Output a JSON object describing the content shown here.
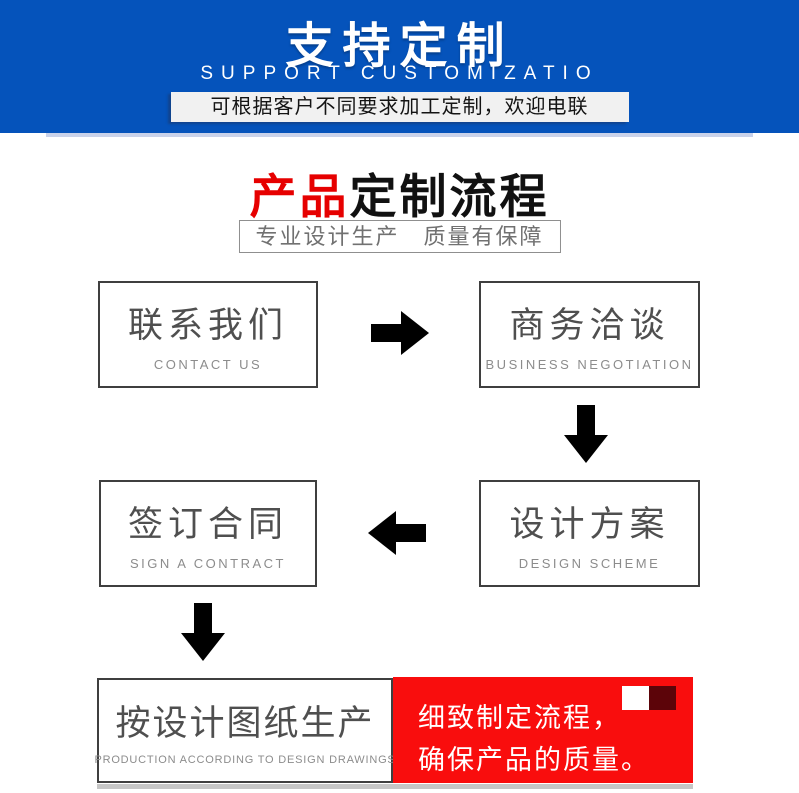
{
  "banner": {
    "title": "支持定制",
    "subtitle": "SUPPORT CUSTOMIZATIO",
    "note": "可根据客户不同要求加工定制，欢迎电联",
    "bg_color": "#0553bb"
  },
  "section": {
    "title_red": "产品",
    "title_black": "定制流程",
    "title_red_color": "#e60000",
    "tagline": "专业设计生产　质量有保障"
  },
  "flow": {
    "steps": [
      {
        "zh": "联系我们",
        "en": "CONTACT US"
      },
      {
        "zh": "商务洽谈",
        "en": "BUSINESS NEGOTIATION"
      },
      {
        "zh": "设计方案",
        "en": "DESIGN SCHEME"
      },
      {
        "zh": "签订合同",
        "en": "SIGN A CONTRACT"
      },
      {
        "zh": "按设计图纸生产",
        "en": "PRODUCTION ACCORDING TO DESIGN DRAWINGS"
      }
    ],
    "arrow_color": "#000000",
    "callout": {
      "line1": "细致制定流程，",
      "line2": "确保产品的质量。",
      "bg_color": "#f90d0d",
      "square_colors": [
        "#ffffff",
        "#5c0409"
      ]
    }
  }
}
